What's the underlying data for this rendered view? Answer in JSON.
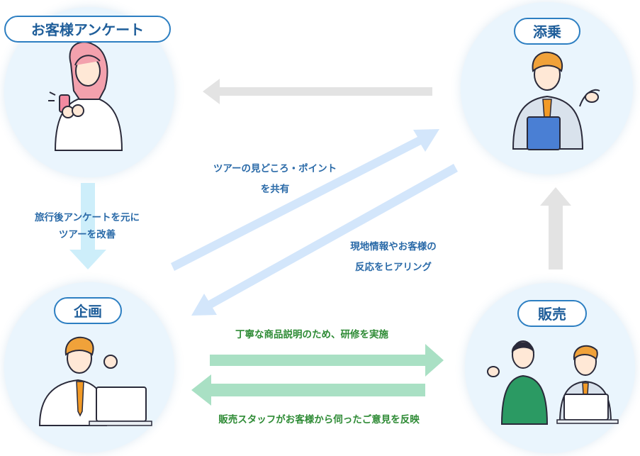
{
  "nodes": {
    "survey": {
      "label": "お客様アンケート"
    },
    "escort": {
      "label": "添乗"
    },
    "planning": {
      "label": "企画"
    },
    "sales": {
      "label": "販売"
    }
  },
  "edges": {
    "survey_to_planning": {
      "label_line1": "旅行後アンケートを元に",
      "label_line2": "ツアーを改善"
    },
    "planning_to_escort": {
      "label_line1": "ツアーの見どころ・ポイント",
      "label_line2": "を共有"
    },
    "escort_to_planning": {
      "label_line1": "現地情報やお客様の",
      "label_line2": "反応をヒアリング"
    },
    "planning_to_sales": {
      "label": "丁寧な商品説明のため、研修を実施"
    },
    "sales_to_planning": {
      "label": "販売スタッフがお客様から伺ったご意見を反映"
    }
  },
  "colors": {
    "circle_fill": "#eaf5fd",
    "pill_border": "#2d7fc2",
    "arrow_gray": "#e3e3e3",
    "arrow_lightblue": "#d3e6fb",
    "arrow_cyan": "#cdeefa",
    "arrow_green": "#a9e0c4",
    "text_blue": "#2a6aa8",
    "text_green": "#2e8b35"
  }
}
